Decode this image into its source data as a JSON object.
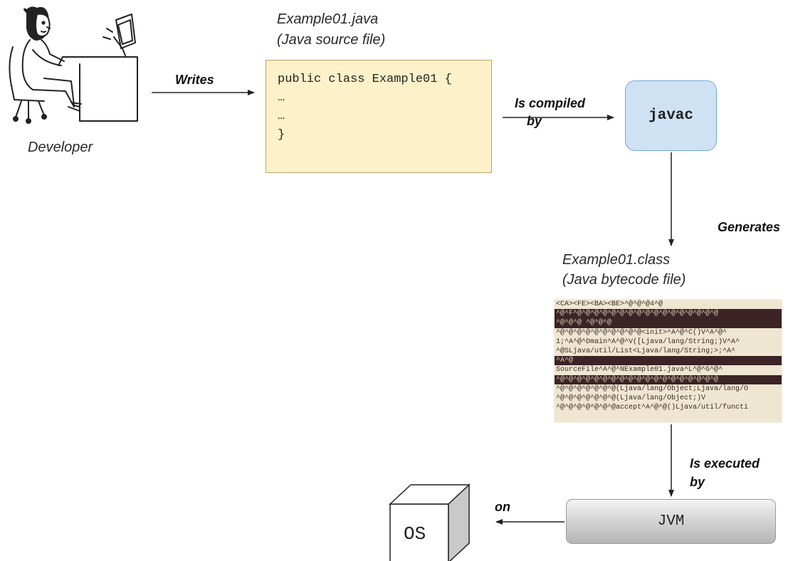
{
  "developer": {
    "label": "Developer"
  },
  "source": {
    "filename": "Example01.java",
    "description": "(Java source file)",
    "code": [
      "public class Example01 {",
      "…",
      "…",
      "}"
    ]
  },
  "edges": {
    "writes": "Writes",
    "compiled_line1": "Is compiled",
    "compiled_line2": "by",
    "generates": "Generates",
    "executed_line1": "Is executed",
    "executed_line2": "by",
    "on": "on"
  },
  "javac": {
    "label": "javac"
  },
  "bytecode": {
    "filename": "Example01.class",
    "description": "(Java bytecode file)",
    "lines": [
      "<CA><FE><BA><BE>^@^@^@4^@",
      "^@^F^@^@^@^@^@^@^@^@^@^@^@^@^@^@^@^@^@",
      "^@^@^@ ^@^@^@",
      "^@^@^@^@^@^@^@^@^@^@<init>^A^@^C()V^A^@^",
      "1;^A^@^Dmain^A^@^V([Ljava/lang/String;)V^A^",
      "^@SLjava/util/List<Ljava/lang/String;>;^A^",
      "^A^@",
      "SourceFile^A^@^NExample01.java^L^@^G^@^",
      "^@^@^@^@^@^@^@^@^@^@^@^@^@^@^@^@^@^@^@",
      "^@^@^@^@^@^@^@(Ljava/lang/Object;Ljava/lang/O",
      "^@^@^@^@^@^@^@(Ljava/lang/Object;)V",
      "^@^@^@^@^@^@^@accept^A^@^@()Ljava/util/functi"
    ]
  },
  "jvm": {
    "label": "JVM"
  },
  "os": {
    "label": "OS"
  }
}
